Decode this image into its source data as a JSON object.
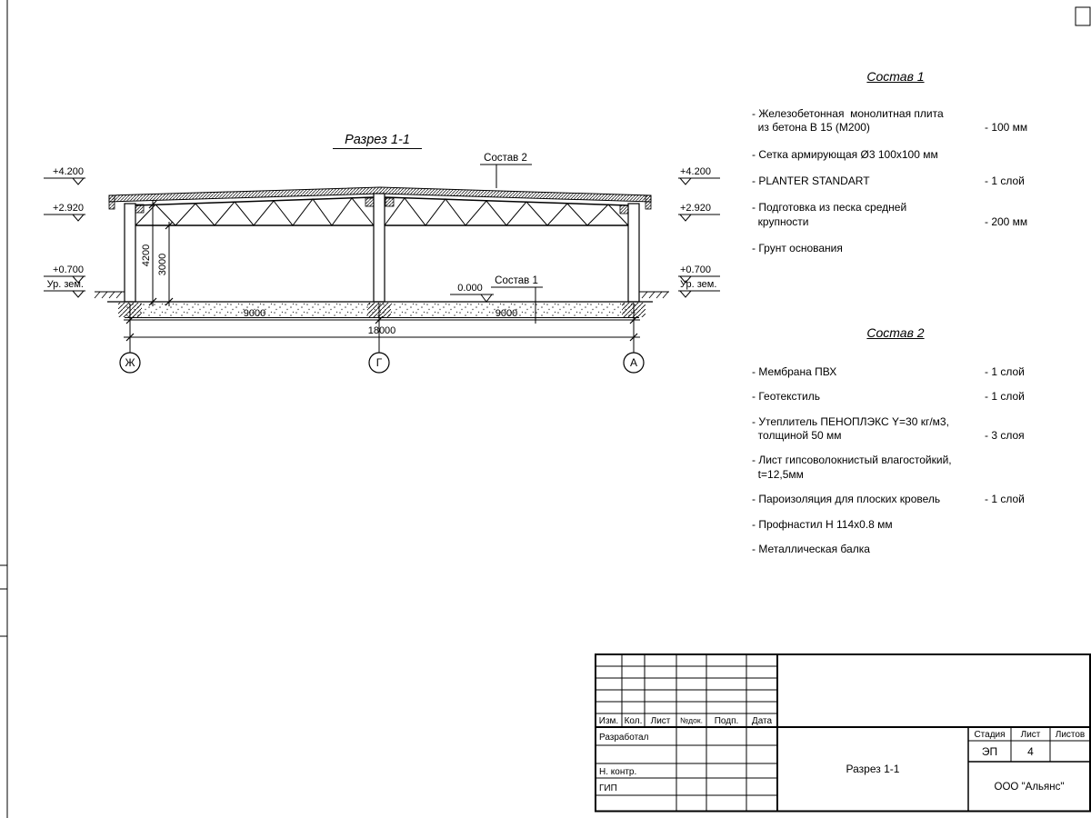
{
  "drawing": {
    "section_title": "Разрез 1-1",
    "labels": {
      "sostav1_callout": "Состав 1",
      "sostav2_callout": "Состав 2",
      "zero_level": "0.000",
      "ground_level_left": "Ур. зем.",
      "ground_level_right": "Ур. зем."
    },
    "elevations": {
      "left": [
        "+4.200",
        "+2.920",
        "+0.700"
      ],
      "right": [
        "+4.200",
        "+2.920",
        "+0.700"
      ]
    },
    "dimensions": {
      "span_left": "9000",
      "span_right": "9000",
      "total": "18000",
      "height_truss": "4200",
      "height_clear": "3000"
    },
    "axes": [
      "Ж",
      "Г",
      "А"
    ]
  },
  "sostav1": {
    "title": "Состав 1",
    "items": [
      {
        "text": "- Железобетонная  монолитная плита\n  из бетона В 15 (М200)",
        "value": "- 100 мм"
      },
      {
        "text": "- Сетка армирующая Ø3 100х100 мм",
        "value": ""
      },
      {
        "text": "- PLANTER STANDART",
        "value": "- 1 слой"
      },
      {
        "text": "- Подготовка из песка средней\n  крупности",
        "value": "- 200 мм"
      },
      {
        "text": "- Грунт основания",
        "value": ""
      }
    ]
  },
  "sostav2": {
    "title": "Состав 2",
    "items": [
      {
        "text": "- Мембрана ПВХ",
        "value": "- 1 слой"
      },
      {
        "text": "- Геотекстиль",
        "value": "- 1 слой"
      },
      {
        "text": "- Утеплитель ПЕНОПЛЭКС Y=30 кг/м3,\n  толщиной 50 мм",
        "value": "- 3 слоя"
      },
      {
        "text": "- Лист гипсоволокнистый влагостойкий,\n  t=12,5мм",
        "value": ""
      },
      {
        "text": "- Пароизоляция для плоских кровель",
        "value": "- 1 слой"
      },
      {
        "text": "- Профнастил Н 114х0.8 мм",
        "value": ""
      },
      {
        "text": "- Металлическая балка",
        "value": ""
      }
    ]
  },
  "titleblock": {
    "header": {
      "izm": "Изм.",
      "kol": "Кол.",
      "list": "Лист",
      "ndok": "№док.",
      "podp": "Подп.",
      "data": "Дата"
    },
    "roles": {
      "developed": "Разработал",
      "ncontr": "Н. контр.",
      "gip": "ГИП"
    },
    "stage_label": "Стадия",
    "sheet_label": "Лист",
    "sheets_label": "Листов",
    "stage_value": "ЭП",
    "sheet_value": "4",
    "sheets_value": "",
    "doc_title": "Разрез 1-1",
    "company": "ООО \"Альянс\""
  }
}
